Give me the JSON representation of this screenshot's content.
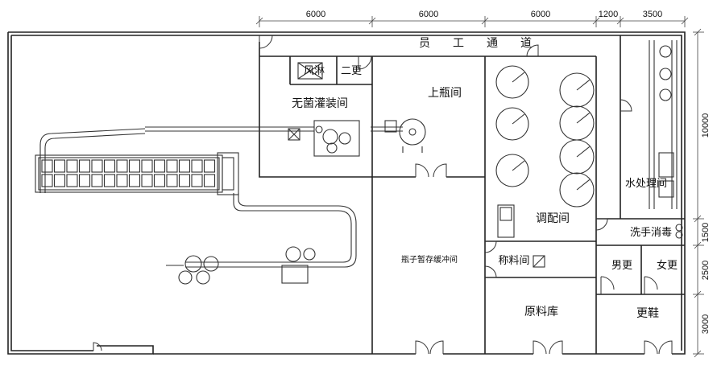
{
  "dimensions": {
    "top": [
      "6000",
      "6000",
      "6000",
      "1200",
      "3500"
    ],
    "right": [
      "10000",
      "1500",
      "2500",
      "3000"
    ]
  },
  "rooms": {
    "corridor": "员　　工　　通　　道",
    "air_shower": "风淋",
    "second_change": "二更",
    "aseptic_filling": "无菌灌装间",
    "bottle_loading": "上瓶间",
    "blending": "调配间",
    "water_treatment": "水处理间",
    "hand_wash": "洗手消毒",
    "mens_change": "男更",
    "womens_change": "女更",
    "shoe_change": "更鞋",
    "weighing": "称料间",
    "raw_material": "原料库",
    "bottle_buffer": "瓶子暂存缓冲间"
  }
}
